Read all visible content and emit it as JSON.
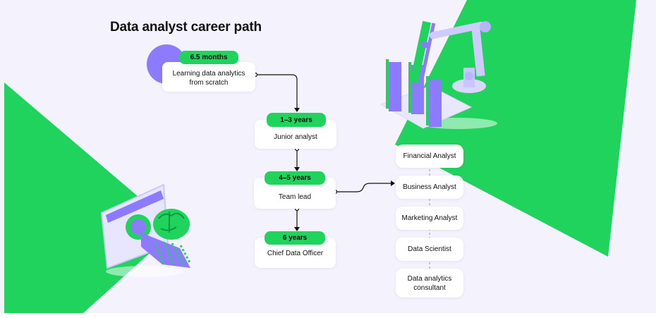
{
  "title": "Data analyst career path",
  "stages": [
    {
      "duration": "6.5 months",
      "label": "Learning data analytics from scratch"
    },
    {
      "duration": "1–3 years",
      "label": "Junior analyst"
    },
    {
      "duration": "4–5 years",
      "label": "Team lead"
    },
    {
      "duration": "6 years",
      "label": "Chief Data Officer"
    }
  ],
  "roles": [
    "Financial Analyst",
    "Business Analyst",
    "Marketing Analyst",
    "Data Scientist",
    "Data analytics consultant"
  ],
  "colors": {
    "accent_green": "#20d35c",
    "purple": "#8c7bff",
    "background": "#f4f3fd"
  },
  "illustrations": [
    "robot-arm-with-server-racks",
    "monitor-with-brain-and-hand"
  ]
}
